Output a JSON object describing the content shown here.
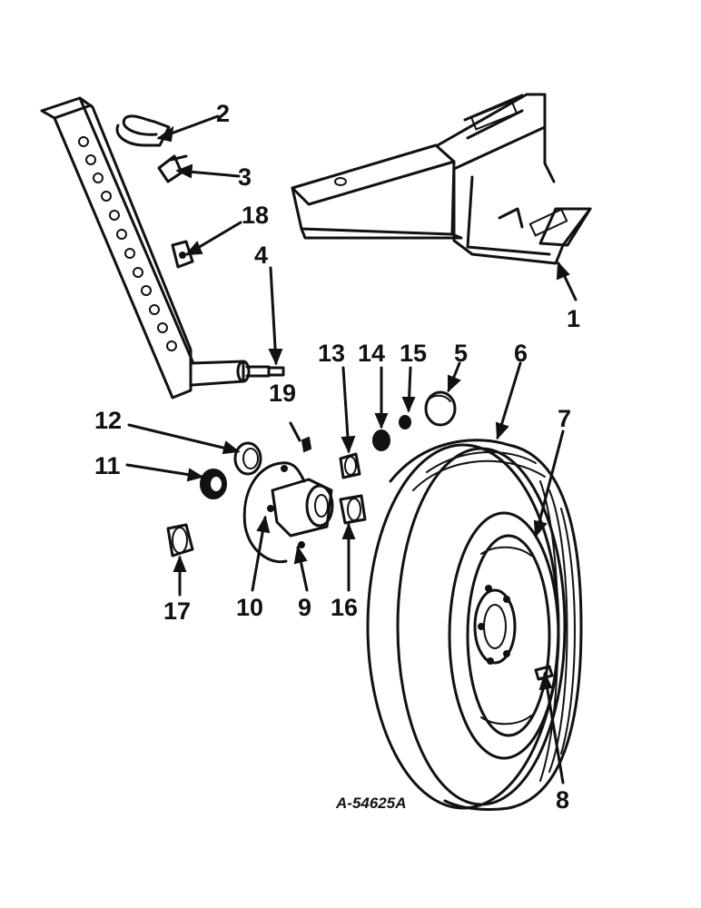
{
  "figure_number": "A-54625A",
  "callouts": [
    {
      "id": "1",
      "label": "1"
    },
    {
      "id": "2",
      "label": "2"
    },
    {
      "id": "3",
      "label": "3"
    },
    {
      "id": "4",
      "label": "4"
    },
    {
      "id": "5",
      "label": "5"
    },
    {
      "id": "6",
      "label": "6"
    },
    {
      "id": "7",
      "label": "7"
    },
    {
      "id": "8",
      "label": "8"
    },
    {
      "id": "9",
      "label": "9"
    },
    {
      "id": "10",
      "label": "10"
    },
    {
      "id": "11",
      "label": "11"
    },
    {
      "id": "12",
      "label": "12"
    },
    {
      "id": "13",
      "label": "13"
    },
    {
      "id": "14",
      "label": "14"
    },
    {
      "id": "15",
      "label": "15"
    },
    {
      "id": "16",
      "label": "16"
    },
    {
      "id": "17",
      "label": "17"
    },
    {
      "id": "18",
      "label": "18"
    },
    {
      "id": "19",
      "label": "19"
    }
  ]
}
